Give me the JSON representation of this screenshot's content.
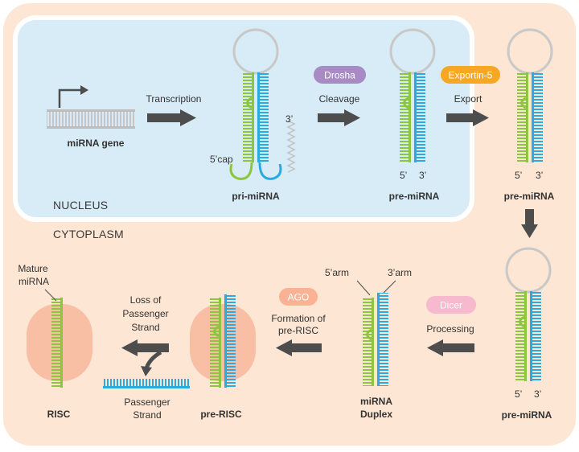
{
  "colors": {
    "cytoplasm": "#fde6d3",
    "nucleus": "#d7ecf7",
    "guide_strand": "#8cc63f",
    "passenger_strand": "#29abe2",
    "loop": "#c8c8c8",
    "arrow": "#4d4d4d",
    "risc_blob": "#f8bfa4",
    "drosha_badge": "#a88bc4",
    "exportin_badge": "#f7a823",
    "ago_badge": "#f9b294",
    "dicer_badge": "#f6b9cd"
  },
  "regions": {
    "nucleus": "NUCLEUS",
    "cytoplasm": "CYTOPLASM"
  },
  "labels": {
    "mirna_gene": "miRNA gene",
    "transcription": "Transcription",
    "cap_5": "5’cap",
    "three_prime": "3’",
    "five_prime": "5’",
    "pri_mirna": "pri-miRNA",
    "drosha": "Drosha",
    "cleavage": "Cleavage",
    "pre_mirna": "pre-miRNA",
    "exportin": "Exportin-5",
    "export": "Export",
    "dicer": "Dicer",
    "processing": "Processing",
    "arm_5": "5’arm",
    "arm_3": "3’arm",
    "mirna_duplex_l1": "miRNA",
    "mirna_duplex_l2": "Duplex",
    "ago": "AGO",
    "formation_l1": "Formation of",
    "formation_l2": "pre-RISC",
    "pre_risc": "pre-RISC",
    "loss_l1": "Loss of",
    "loss_l2": "Passenger",
    "loss_l3": "Strand",
    "passenger_l1": "Passenger",
    "passenger_l2": "Strand",
    "risc": "RISC",
    "mature_l1": "Mature",
    "mature_l2": "miRNA"
  },
  "icons": {
    "dna": "dna-ladder-icon",
    "promoter": "promoter-arrow-icon",
    "hairpin": "hairpin-rna-icon",
    "process_arrow": "process-arrow-icon"
  }
}
